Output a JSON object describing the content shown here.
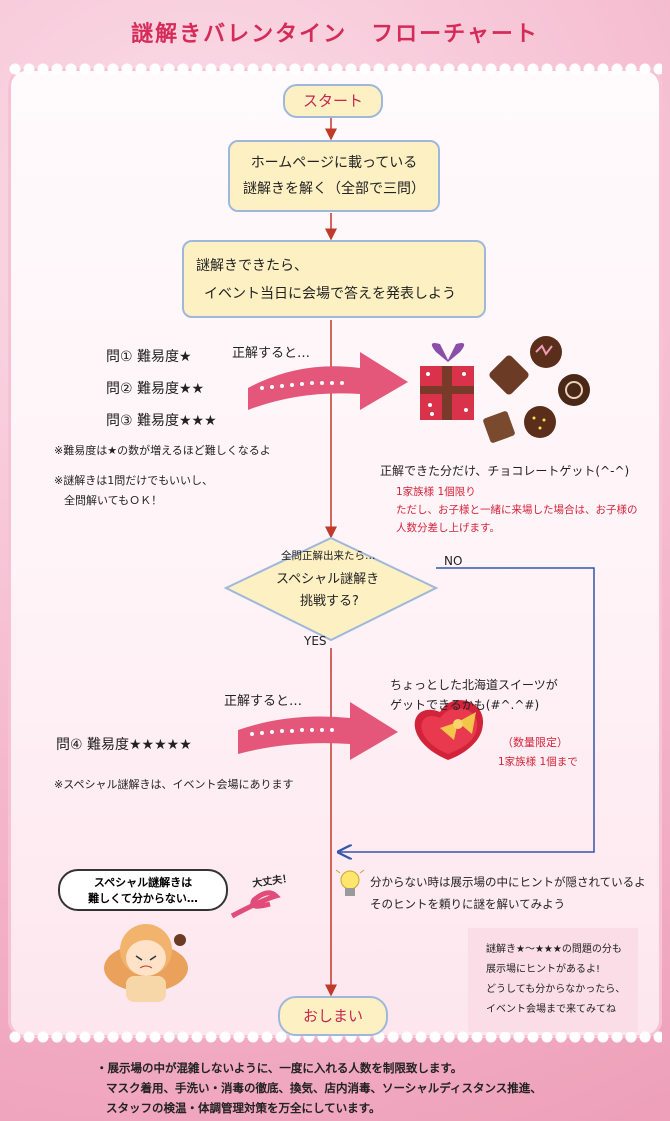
{
  "title": "謎解きバレンタイン　フローチャート",
  "flow": {
    "start": "スタート",
    "step1_line1": "ホームページに載っている",
    "step1_line2": "謎解きを解く（全部で三問）",
    "step2_line1": "謎解きできたら、",
    "step2_line2": "イベント当日に会場で答えを発表しよう",
    "end": "おしまい"
  },
  "questions": {
    "q1": "問① 難易度★",
    "q2": "問② 難易度★★",
    "q3": "問③ 難易度★★★",
    "note1": "※難易度は★の数が増えるほど難しくなるよ",
    "note2a": "※謎解きは1問だけでもいいし、",
    "note2b": "全問解いてもＯＫ！",
    "correct1": "正解すると…"
  },
  "reward1": {
    "text": "正解できた分だけ、チョコレートゲット(^-^)",
    "note1": "1家族様 1個限り",
    "note2": "ただし、お子様と一緒に来場した場合は、お子様の",
    "note3": "人数分差し上げます。"
  },
  "decision": {
    "line1": "全問正解出来たら…",
    "line2": "スペシャル謎解き",
    "line3": "挑戦する?",
    "yes": "YES",
    "no": "NO"
  },
  "special": {
    "correct2": "正解すると…",
    "reward_line1": "ちょっとした北海道スイーツが",
    "reward_line2": "ゲットできるかも(#^.^#)",
    "limited": "（数量限定）",
    "limit_note": "1家族様 1個まで",
    "q4": "問④ 難易度★★★★★",
    "note": "※スペシャル謎解きは、イベント会場にあります"
  },
  "hint": {
    "line1": "分からない時は展示場の中にヒントが隠されているよ",
    "line2": "そのヒントを頼りに謎を解いてみよう",
    "bubble_line1": "スペシャル謎解きは",
    "bubble_line2": "難しくて分からない…",
    "daijoubu": "大丈夫！",
    "box_line1": "謎解き★～★★★の問題の分も",
    "box_line2": "展示場にヒントがあるよ!",
    "box_line3": "どうしても分からなかったら、",
    "box_line4": "イベント会場まで来てみてね"
  },
  "footer": {
    "line1": "・展示場の中が混雑しないように、一度に入れる人数を制限致します。",
    "line2": "マスク着用、手洗い・消毒の徹底、換気、店内消毒、ソーシャルディスタンス推進、",
    "line3": "スタッフの検温・体調管理対策を万全にしています。"
  },
  "colors": {
    "title": "#d52b59",
    "box_fill": "#fdf1c4",
    "box_border": "#9fb7da",
    "arrow": "#e4577a",
    "line": "#c0392b",
    "note_red": "#d3243a"
  }
}
